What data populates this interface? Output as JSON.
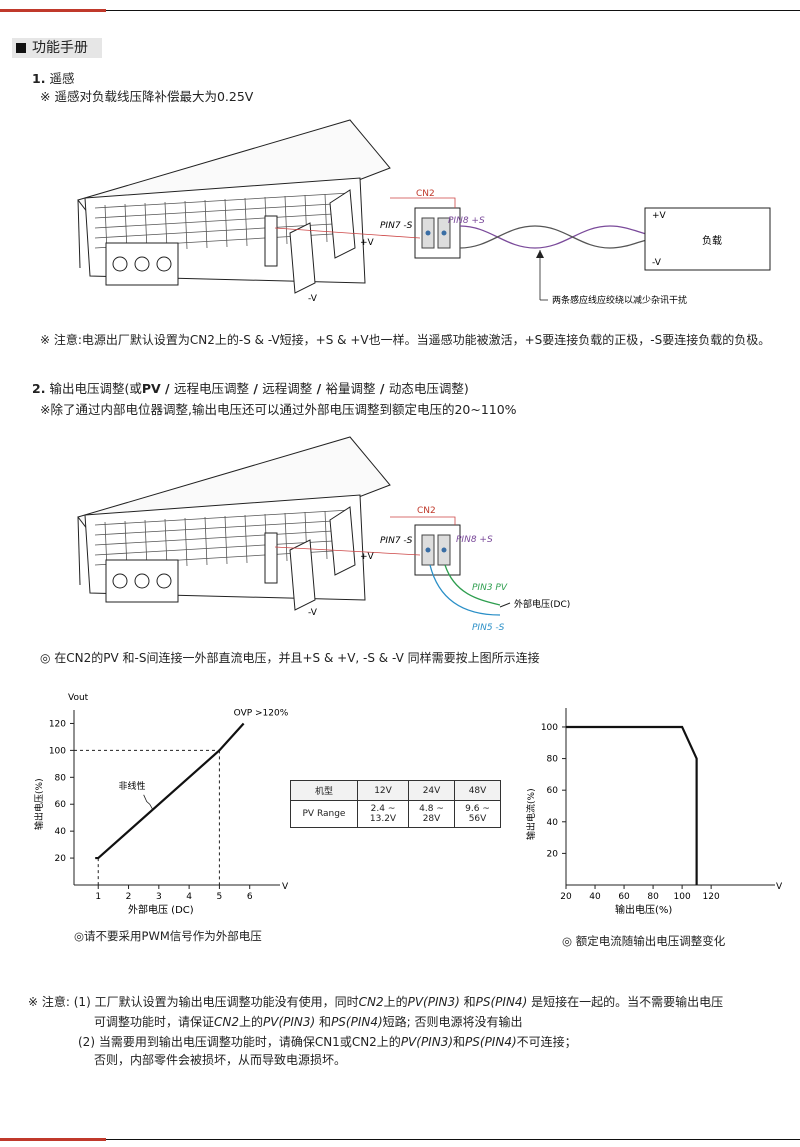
{
  "section_title": "功能手册",
  "s1": {
    "num": "1.",
    "title": "遥感",
    "note": "※ 遥感对负载线压降补偿最大为0.25V",
    "labels": {
      "cn2": "CN2",
      "pin7": "PIN7 -S",
      "pin8": "PIN8 +S",
      "plus_v": "+V",
      "minus_v": "-V",
      "load_plus": "+V",
      "load_minus": "-V",
      "load": "负载",
      "twist_note": "两条感应线应绞绕以减少杂讯干扰"
    },
    "footnote": "※ 注意:电源出厂默认设置为CN2上的-S & -V短接，+S & +V也一样。当遥感功能被激活，+S要连接负载的正极，-S要连接负载的负极。"
  },
  "s2": {
    "num": "2.",
    "title_a": "输出电压调整(",
    "title_b": "或",
    "title_c": "PV / ",
    "title_d": "远程电压调整",
    "title_e": " / ",
    "title_f": "远程调整",
    "title_g": " / ",
    "title_h": "裕量调整",
    "title_i": " / ",
    "title_j": "动态电压调整",
    "title_k": ")",
    "note": "※除了通过内部电位器调整,输出电压还可以通过外部电压调整到额定电压的20~110%",
    "labels": {
      "cn2": "CN2",
      "pin7": "PIN7 -S",
      "pin8": "PIN8 +S",
      "plus_v": "+V",
      "minus_v": "-V",
      "pin3": "PIN3 PV",
      "pin5": "PIN5 -S",
      "ext": "外部电压(DC)"
    },
    "footnote": "◎ 在CN2的PV 和-S间连接一外部直流电压，并且+S & +V, -S & -V 同样需要按上图所示连接"
  },
  "chart_data": [
    {
      "type": "line",
      "ylabel_top": "Vout",
      "ylabel": "输出电压(%)",
      "xlabel": "外部电压 (DC)",
      "x_unit": "V",
      "x_ticks": [
        1,
        2,
        3,
        4,
        5,
        6
      ],
      "y_ticks": [
        20,
        40,
        60,
        80,
        100,
        120
      ],
      "xlim": [
        0.2,
        7
      ],
      "ylim": [
        0,
        130
      ],
      "series": [
        {
          "x": [
            0.9,
            1,
            5,
            5.8
          ],
          "y": [
            20,
            20,
            100,
            120
          ]
        }
      ],
      "annotations": {
        "ovp": "OVP >120%",
        "nonlinear": "非线性"
      },
      "caption": "◎请不要采用PWM信号作为外部电压"
    },
    {
      "type": "table",
      "headers": [
        "机型",
        "12V",
        "24V",
        "48V"
      ],
      "rows": [
        [
          "PV Range",
          "2.4 ~ 13.2V",
          "4.8 ~ 28V",
          "9.6 ~ 56V"
        ]
      ]
    },
    {
      "type": "line",
      "ylabel": "输出电流(%)",
      "xlabel": "输出电压(%)",
      "x_unit": "V",
      "x_ticks": [
        20,
        40,
        60,
        80,
        100,
        120
      ],
      "y_ticks": [
        20,
        40,
        60,
        80,
        100
      ],
      "xlim": [
        20,
        164
      ],
      "ylim": [
        0,
        112
      ],
      "series": [
        {
          "x": [
            20,
            100,
            110,
            110
          ],
          "y": [
            100,
            100,
            80,
            0
          ]
        }
      ],
      "caption": "◎ 额定电流随输出电压调整变化"
    }
  ],
  "notes": {
    "prefix": "※ 注意:",
    "n1_num": "(1)",
    "n1_a": "工厂默认设置为输出电压调整功能没有使用，同时",
    "n1_b": "CN2",
    "n1_c": "上的",
    "n1_d": "PV(PIN3)",
    "n1_e": " 和",
    "n1_f": "PS(PIN4)",
    "n1_g": " 是短接在一起的。当不需要输出电压",
    "n1_line2_a": "可调整功能时，请保证",
    "n1_line2_b": "CN2",
    "n1_line2_c": "上的",
    "n1_line2_d": "PV(PIN3)",
    "n1_line2_e": " 和",
    "n1_line2_f": "PS(PIN4)",
    "n1_line2_g": "短路; 否则电源将没有输出",
    "n2_num": "(2)",
    "n2_a": "当需要用到输出电压调整功能时，请确保CN1或CN2上的",
    "n2_b": "PV(PIN3)",
    "n2_c": "和",
    "n2_d": "PS(PIN4)",
    "n2_e": "不可连接；",
    "n2_line2": "否则，内部零件会被损坏，从而导致电源损坏。"
  }
}
